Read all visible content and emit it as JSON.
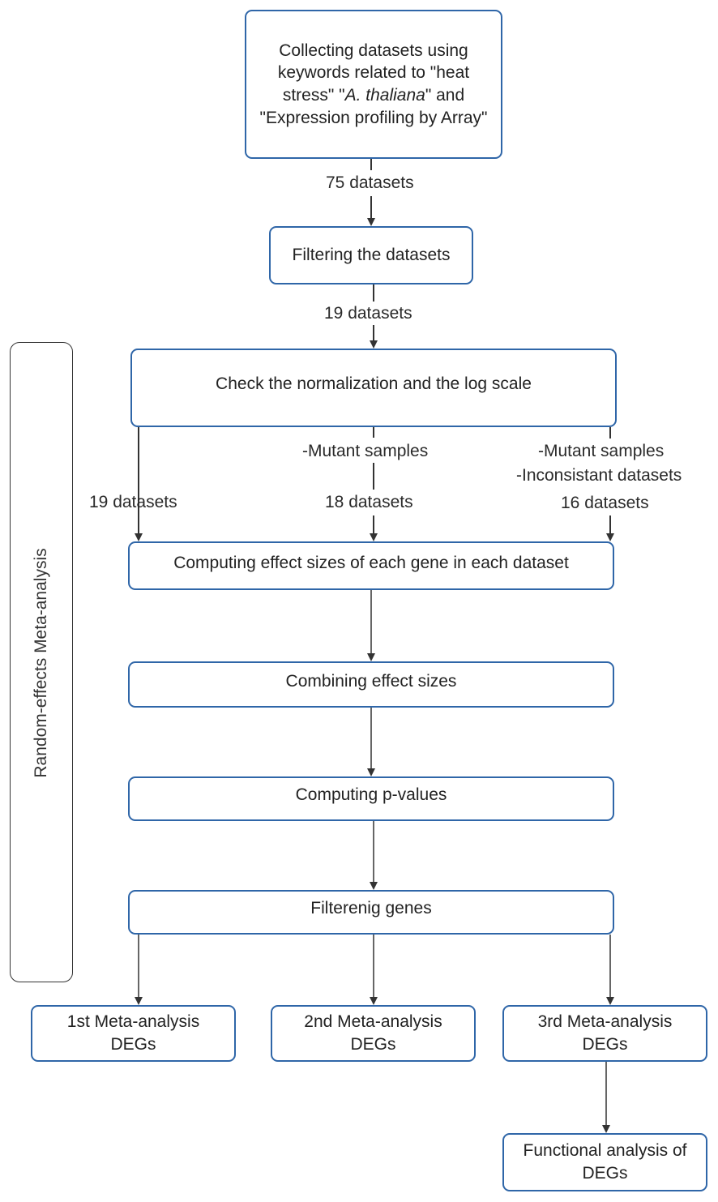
{
  "steps": {
    "collect": {
      "pre": "Collecting datasets using keywords related to \"heat stress\" \"",
      "italic": "A. thaliana",
      "post": "\" and \"Expression profiling by Array\""
    },
    "filter": "Filtering the datasets",
    "check": "Check the normalization and the log scale",
    "compute": "Computing effect sizes of each gene in each dataset",
    "combine": "Combining effect sizes",
    "pvalues": "Computing p-values",
    "filtergenes": "Filterenig genes",
    "meta1": "1st Meta-analysis DEGs",
    "meta2": "2nd Meta-analysis DEGs",
    "meta3": "3rd Meta-analysis DEGs",
    "functional": "Functional analysis of DEGs"
  },
  "labels": {
    "n75": "75 datasets",
    "n19a": "19 datasets",
    "n19b": "19 datasets",
    "mutant1": "-Mutant samples",
    "n18": "18 datasets",
    "mutant2": "-Mutant samples",
    "inconsistent": "-Inconsistant datasets",
    "n16": "16 datasets"
  },
  "side_label": "Random-effects Meta-analysis"
}
